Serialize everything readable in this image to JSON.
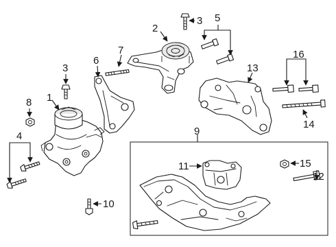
{
  "callouts": {
    "c1": "1",
    "c2": "2",
    "c3a": "3",
    "c3b": "3",
    "c4": "4",
    "c5": "5",
    "c6": "6",
    "c7": "7",
    "c8": "8",
    "c9": "9",
    "c10": "10",
    "c11": "11",
    "c12": "12",
    "c13": "13",
    "c14": "14",
    "c15": "15",
    "c16": "16"
  },
  "colors": {
    "line": "#1a1a1a",
    "background": "#ffffff",
    "shade": "#e9e9e9"
  },
  "parts": [
    "engine-mount",
    "upper-mount",
    "mount-bolt",
    "mount-bolts",
    "nut",
    "support-bracket",
    "stud",
    "subframe-bracket",
    "transmission-bracket",
    "long-bolt",
    "bracket-bolts",
    "shield-assembly",
    "shield-bracket",
    "bolt"
  ]
}
